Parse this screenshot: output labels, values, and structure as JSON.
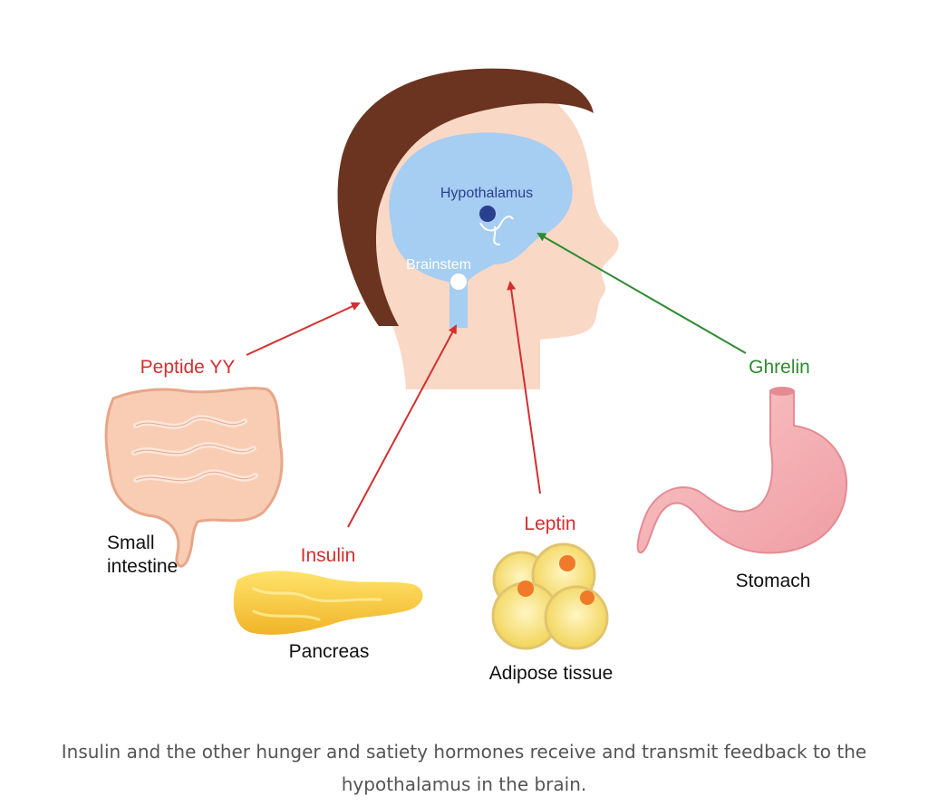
{
  "diagram": {
    "brain_labels": {
      "hypothalamus": "Hypothalamus",
      "brainstem": "Brainstem"
    },
    "hormones": [
      {
        "id": "peptide-yy",
        "label": "Peptide YY",
        "color": "#d32f2f"
      },
      {
        "id": "insulin",
        "label": "Insulin",
        "color": "#d32f2f"
      },
      {
        "id": "leptin",
        "label": "Leptin",
        "color": "#d32f2f"
      },
      {
        "id": "ghrelin",
        "label": "Ghrelin",
        "color": "#2e8b2e"
      }
    ],
    "organs": {
      "small_intestine": [
        "Small",
        "intestine"
      ],
      "pancreas": "Pancreas",
      "adipose": "Adipose tissue",
      "stomach": "Stomach"
    },
    "colors": {
      "hair": "#6b3420",
      "skin": "#fad8c6",
      "brain": "#a6cdf2",
      "hypothalamus_dot": "#2b3f8f",
      "inhibit_arrow": "#d32f2f",
      "stimulate_arrow": "#2e8b2e"
    }
  },
  "caption": "Insulin and the other hunger and satiety hormones receive and transmit feedback to the hypothalamus in the brain."
}
